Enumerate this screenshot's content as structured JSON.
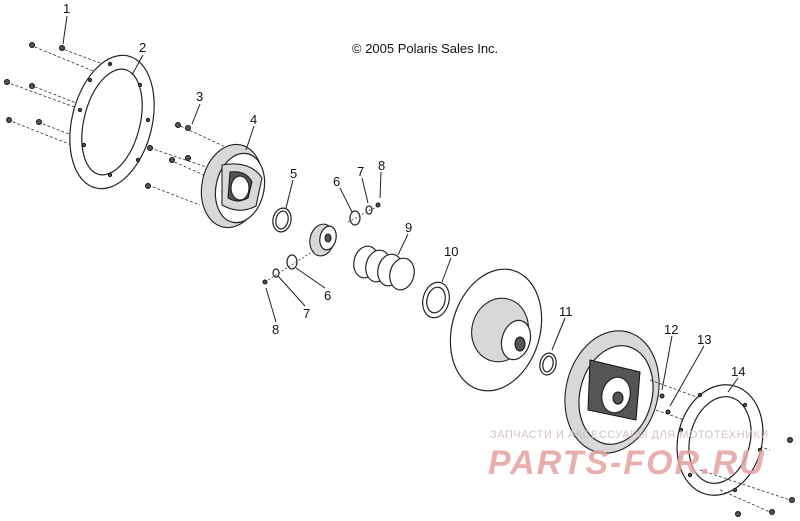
{
  "copyright": "© 2005 Polaris Sales Inc.",
  "watermark": {
    "line1": "ЗАПЧАСТИ И АКСЕССУАРЫ ДЛЯ МОТОТЕХНИКИ",
    "brand": "PARTS-FOR.RU",
    "color": "#e6a0a0"
  },
  "callouts": {
    "c1": "1",
    "c2": "2",
    "c3": "3",
    "c4": "4",
    "c5": "5",
    "c6a": "6",
    "c7a": "7",
    "c8a": "8",
    "c9": "9",
    "c10": "10",
    "c6b": "6",
    "c7b": "7",
    "c8b": "8",
    "c11": "11",
    "c12": "12",
    "c13": "13",
    "c14": "14"
  }
}
